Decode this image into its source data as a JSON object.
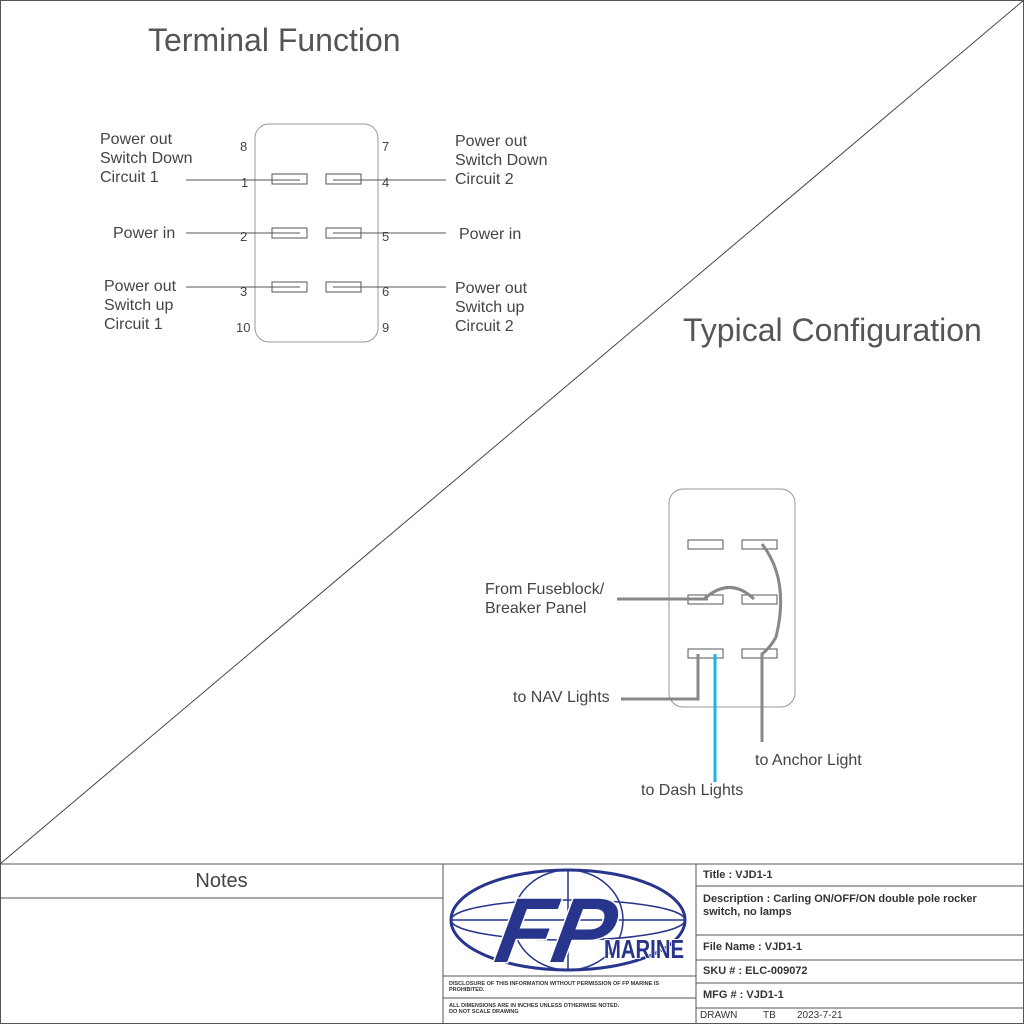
{
  "headings": {
    "terminal_function": "Terminal Function",
    "typical_configuration": "Typical Configuration"
  },
  "terminal_labels": {
    "left_top": "Power out\nSwitch Down\nCircuit 1",
    "left_mid": "Power in",
    "left_bottom": "Power out\nSwitch up\nCircuit 1",
    "right_top": "Power out\nSwitch Down\nCircuit 2",
    "right_mid": "Power in",
    "right_bottom": "Power out\nSwitch up\nCircuit 2"
  },
  "pins": [
    "1",
    "2",
    "3",
    "4",
    "5",
    "6",
    "7",
    "8",
    "9",
    "10"
  ],
  "config_labels": {
    "fuseblock": "From Fuseblock/\nBreaker Panel",
    "nav": "to NAV Lights",
    "anchor": "to Anchor Light",
    "dash": "to Dash Lights"
  },
  "wire_colors": {
    "dash": "#1eb4e6",
    "default": "#888888"
  },
  "notes_title": "Notes",
  "logo": {
    "letters": "FP",
    "word": "MARINE",
    "color": "#27358c"
  },
  "disclosure": "DISCLOSURE OF THIS INFORMATION WITHOUT PERMISSION OF FP MARINE IS PROHIBITED.",
  "dimensions_note": "ALL DIMENSIONS ARE IN INCHES UNLESS OTHERWISE NOTED.\nDO NOT SCALE DRAWING",
  "title_block": {
    "title": "Title : VJD1-1",
    "description": "Description : Carling ON/OFF/ON double pole rocker switch, no lamps",
    "file_name": "File Name : VJD1-1",
    "sku": "SKU # : ELC-009072",
    "mfg": "MFG # : VJD1-1",
    "drawn_label": "DRAWN",
    "drawn_by": "TB",
    "drawn_date": "2023-7-21"
  }
}
